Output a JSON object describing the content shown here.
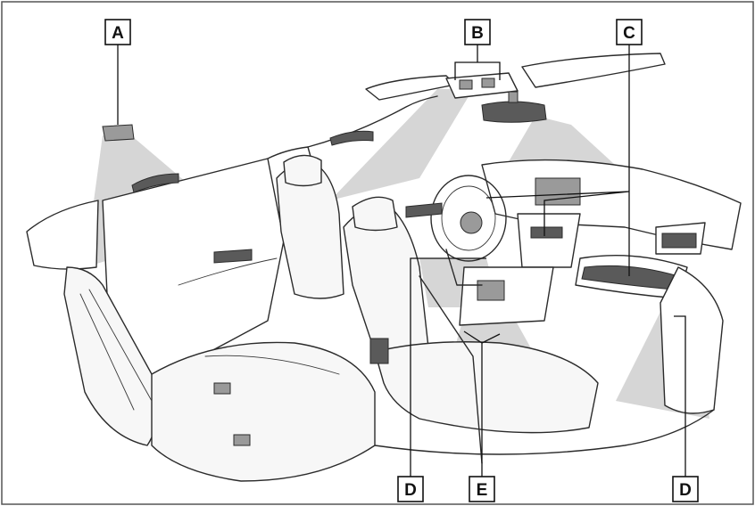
{
  "callouts": [
    {
      "id": "A",
      "label": "A"
    },
    {
      "id": "B",
      "label": "B"
    },
    {
      "id": "C",
      "label": "C"
    },
    {
      "id": "D-left",
      "label": "D"
    },
    {
      "id": "E",
      "label": "E"
    },
    {
      "id": "D-right",
      "label": "D"
    }
  ]
}
